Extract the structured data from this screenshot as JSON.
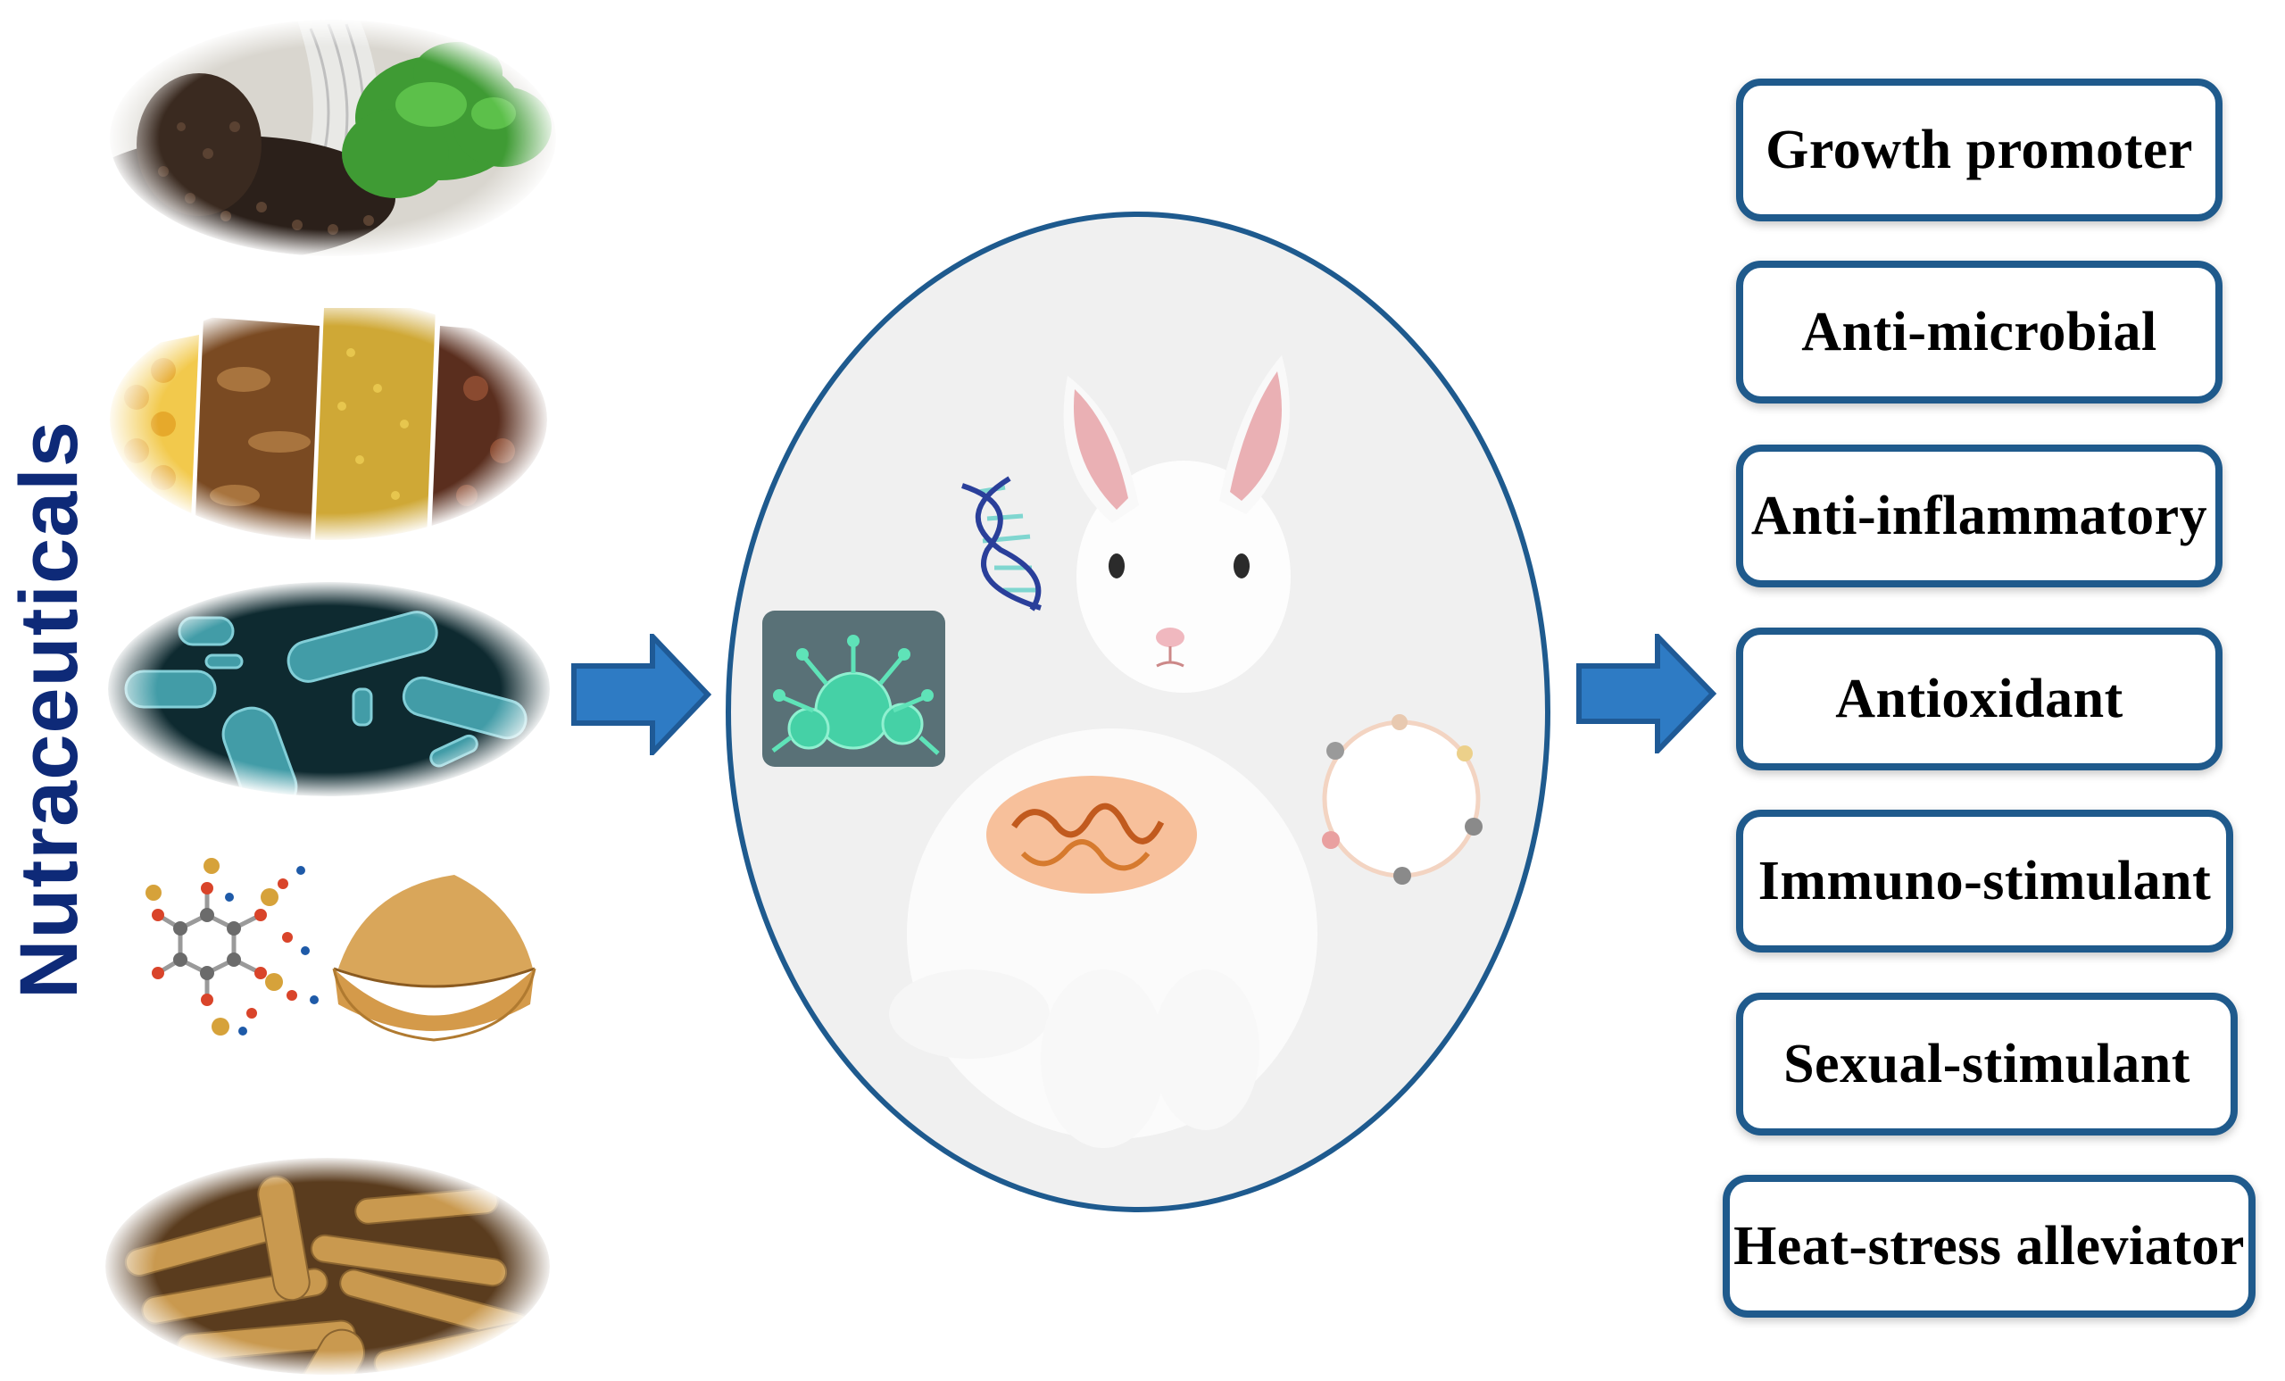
{
  "figure": {
    "type": "diagram",
    "left_label": "Nutraceuticals",
    "sources": [
      {
        "id": "herbs-spices",
        "icon": "herbs-and-peppercorns-image"
      },
      {
        "id": "bee-products",
        "icon": "honeycomb-propolis-pollen-image"
      },
      {
        "id": "probiotics",
        "icon": "bacteria-image"
      },
      {
        "id": "prebiotics-compounds",
        "icon": "molecule-and-powder-image"
      },
      {
        "id": "insect-meal",
        "icon": "larvae-image"
      }
    ],
    "center": {
      "subject": "rabbit",
      "elements": [
        "virus-icon",
        "dna-icon",
        "rabbit-image",
        "gut-icon",
        "cell-membrane-ring-icon"
      ]
    },
    "effects": [
      {
        "label": "Growth promoter"
      },
      {
        "label": "Anti-microbial"
      },
      {
        "label": "Anti-inflammatory"
      },
      {
        "label": "Antioxidant"
      },
      {
        "label": "Immuno-stimulant"
      },
      {
        "label": "Sexual-stimulant"
      },
      {
        "label": "Heat-stress alleviator"
      }
    ]
  },
  "colors": {
    "title_navy": "#0E2A78",
    "box_border": "#1F5A8C",
    "ellipse_border": "#1E5A8E",
    "ellipse_fill": "#F0F0F0",
    "arrow_fill": "#2E7BC4",
    "arrow_border": "#1F5A96"
  }
}
